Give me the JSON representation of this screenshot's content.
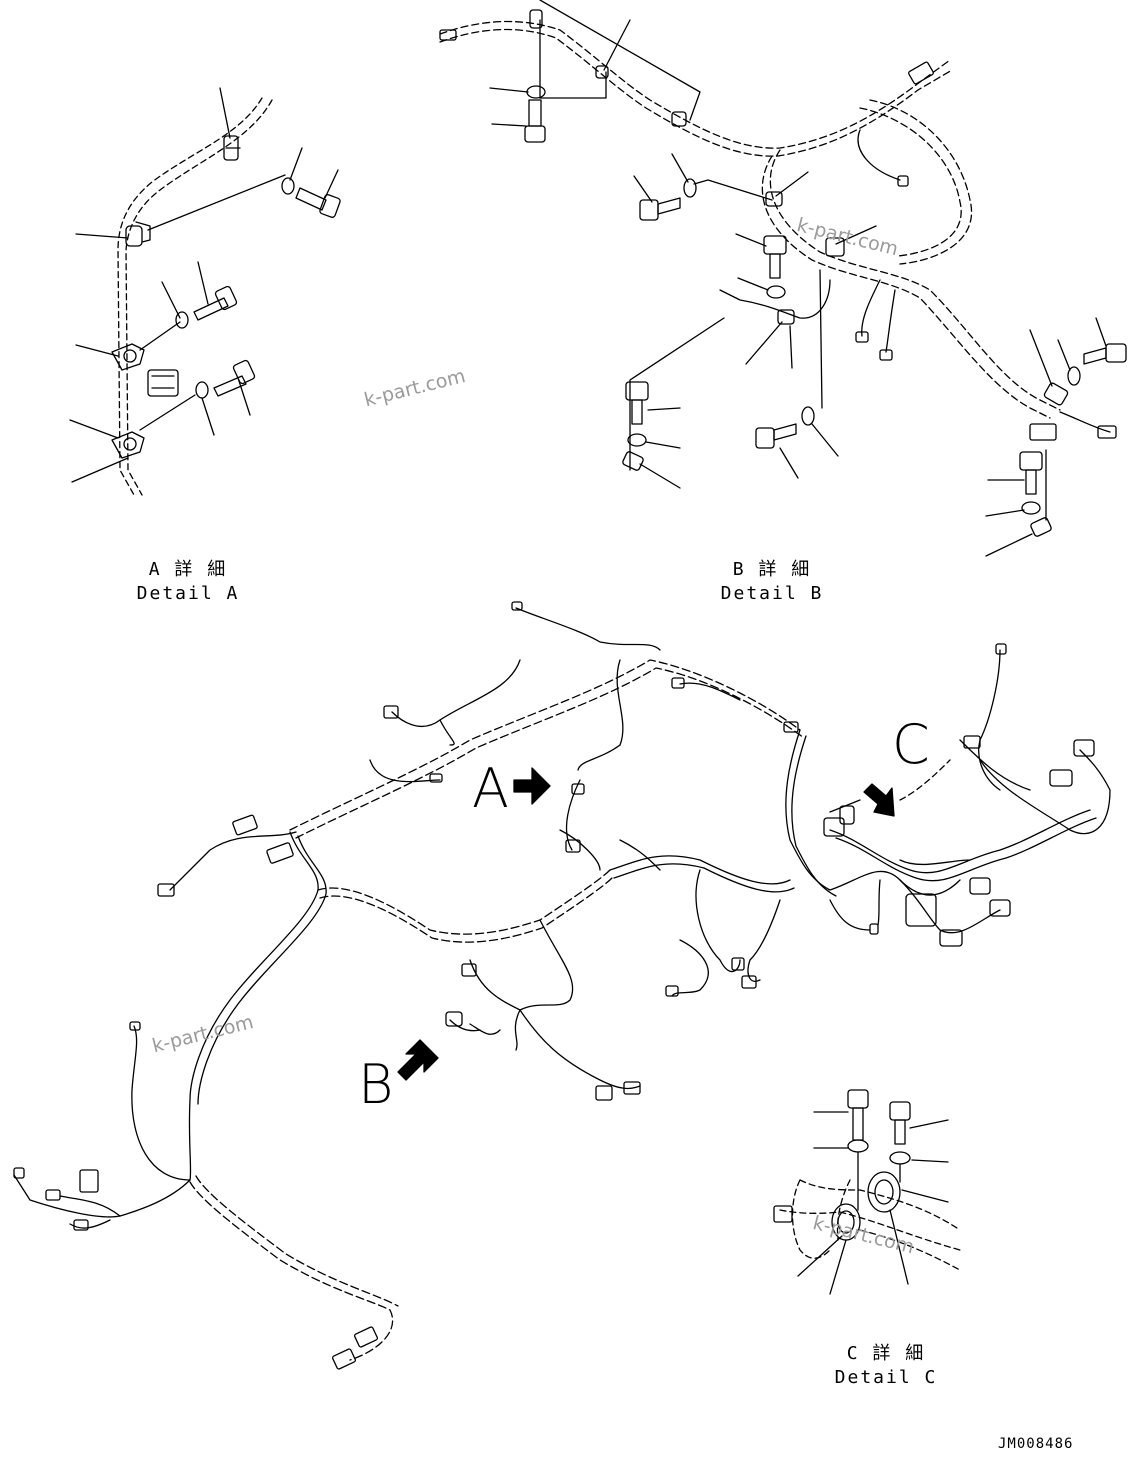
{
  "captions": {
    "a_jp": "A 詳 細",
    "a_en": "Detail A",
    "b_jp": "B 詳 細",
    "b_en": "Detail B",
    "c_jp": "C 詳 細",
    "c_en": "Detail C"
  },
  "view_letters": {
    "a": "A",
    "b": "B",
    "c": "C"
  },
  "watermark": "k-part.com",
  "drawing_code": "JM008486",
  "colors": {
    "line": "#000000",
    "watermark": "#9a9a9a",
    "background": "#ffffff"
  }
}
